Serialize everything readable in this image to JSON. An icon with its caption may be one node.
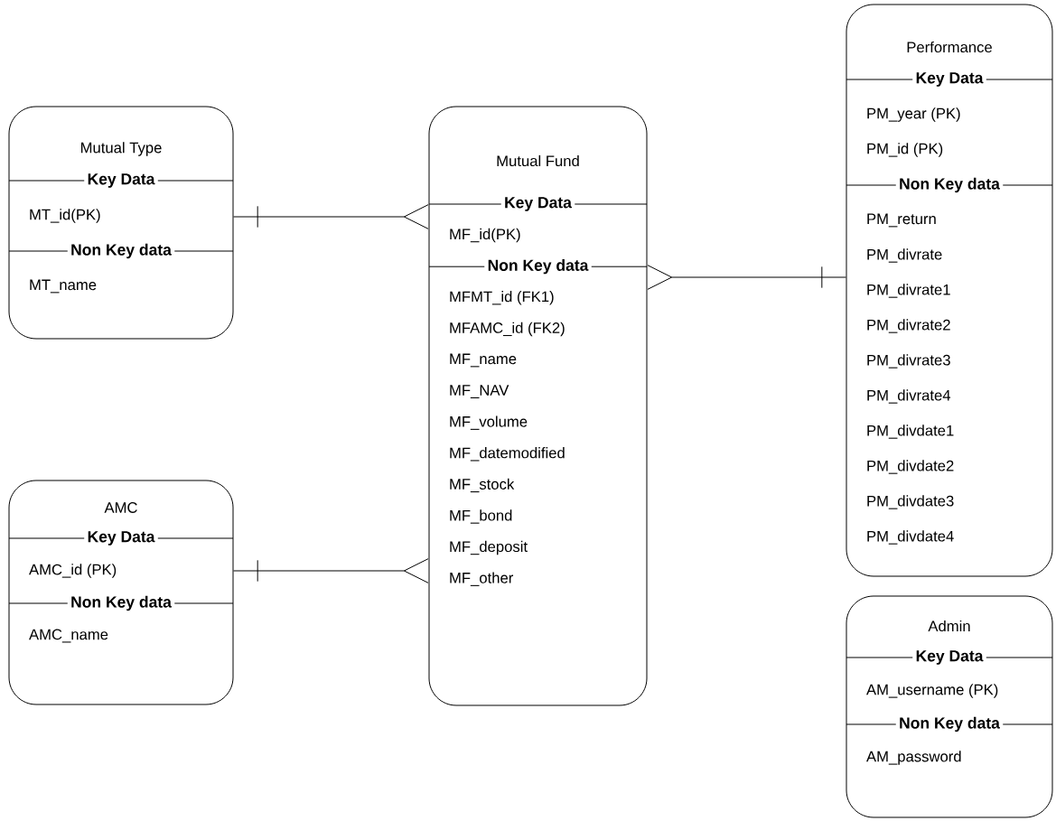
{
  "diagram": {
    "nodes": [
      {
        "text": [
          "Mutual Type",
          "Key Data",
          "MT_id(PK)",
          "Non Key data",
          "MT_name"
        ]
      },
      {
        "text": [
          "Mutual  Fund",
          "Key Data",
          "MF_id(PK)",
          "Non Key data",
          "MFMT_id (FK1)",
          "MFAMC_id (FK2)",
          "MF_name",
          "MF_NAV",
          "MF_volume",
          "MF_datemodified",
          "MF_stock",
          "MF_bond",
          "MF_deposit",
          "MF_other"
        ]
      },
      {
        "text": [
          "Performance",
          "Key Data",
          "PM_year (PK)",
          "PM_id (PK)",
          "Non Key data",
          "PM_return",
          "PM_divrate",
          "PM_divrate1",
          "PM_divrate2",
          "PM_divrate3",
          "PM_divrate4",
          "PM_divdate1",
          "PM_divdate2",
          "PM_divdate3",
          "PM_divdate4"
        ]
      },
      {
        "text": [
          "AMC",
          "Key Data",
          "AMC_id (PK)",
          "Non Key data",
          "AMC_name"
        ]
      },
      {
        "text": [
          "Admin",
          "Key Data",
          "AM_username (PK)",
          "Non Key data",
          "AM_password"
        ]
      }
    ],
    "edges": [
      {
        "from": 0,
        "to": 1,
        "arrow": "other"
      },
      {
        "from": 3,
        "to": 1,
        "arrow": "other"
      },
      {
        "from": 2,
        "to": 1,
        "arrow": "other"
      }
    ]
  }
}
